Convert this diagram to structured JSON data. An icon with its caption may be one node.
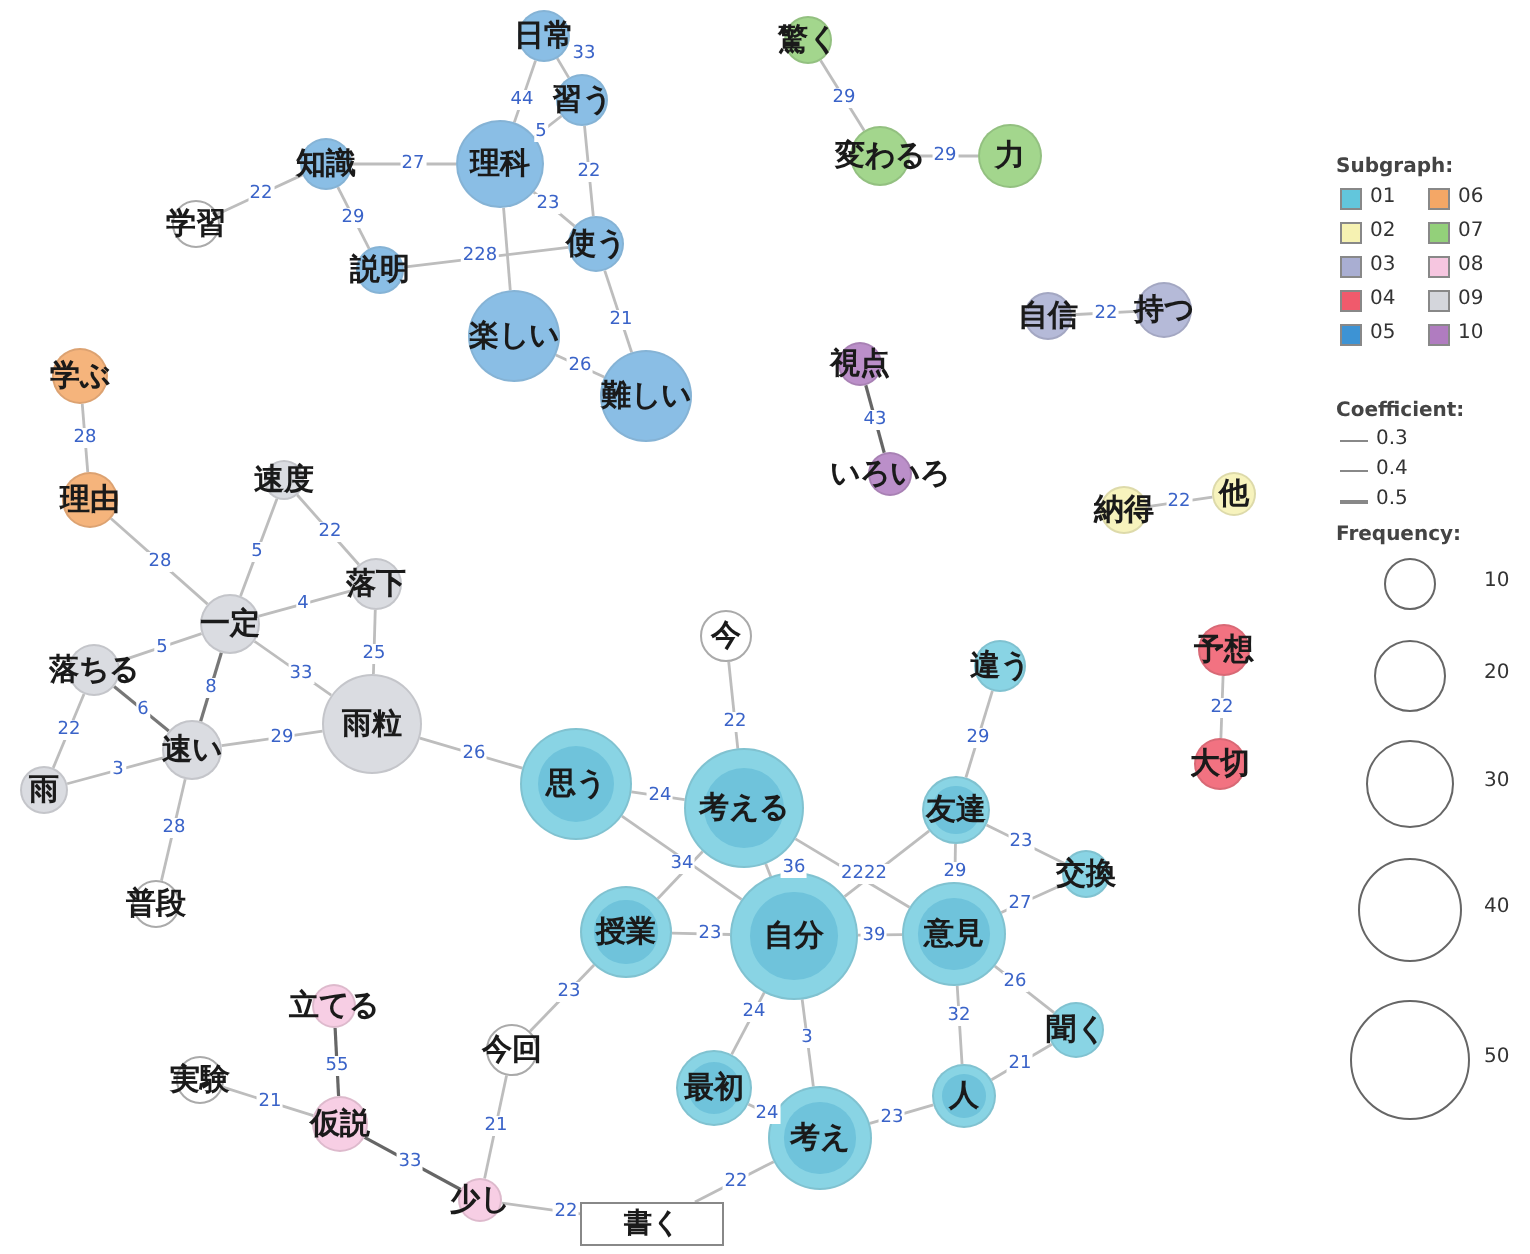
{
  "diagram": {
    "nodes": [
      {
        "text": [
          "日常"
        ]
      },
      {
        "text": [
          "習う"
        ]
      },
      {
        "text": [
          "知識"
        ]
      },
      {
        "text": [
          "理科"
        ]
      },
      {
        "text": [
          "学習"
        ]
      },
      {
        "text": [
          "説明"
        ]
      },
      {
        "text": [
          "使う"
        ]
      },
      {
        "text": [
          "楽しい"
        ]
      },
      {
        "text": [
          "難しい"
        ]
      },
      {
        "text": [
          "学ぶ"
        ]
      },
      {
        "text": [
          "理由"
        ]
      },
      {
        "text": [
          "速度"
        ]
      },
      {
        "text": [
          "落下"
        ]
      },
      {
        "text": [
          "一定"
        ]
      },
      {
        "text": [
          "落ちる"
        ]
      },
      {
        "text": [
          "雨粒"
        ]
      },
      {
        "text": [
          "速い"
        ]
      },
      {
        "text": [
          "雨"
        ]
      },
      {
        "text": [
          "今"
        ]
      },
      {
        "text": [
          "思う"
        ]
      },
      {
        "text": [
          "考える"
        ]
      },
      {
        "text": [
          "違う"
        ]
      },
      {
        "text": [
          "友達"
        ]
      },
      {
        "text": [
          "交換"
        ]
      },
      {
        "text": [
          "授業"
        ]
      },
      {
        "text": [
          "自分"
        ]
      },
      {
        "text": [
          "意見"
        ]
      },
      {
        "text": [
          "普段"
        ]
      },
      {
        "text": [
          "立てる"
        ]
      },
      {
        "text": [
          "実験"
        ]
      },
      {
        "text": [
          "今回"
        ]
      },
      {
        "text": [
          "仮説"
        ]
      },
      {
        "text": [
          "最初"
        ]
      },
      {
        "text": [
          "聞く"
        ]
      },
      {
        "text": [
          "人"
        ]
      },
      {
        "text": [
          "考え"
        ]
      },
      {
        "text": [
          "少し"
        ]
      },
      {
        "text": [
          "書く"
        ]
      },
      {
        "text": [
          "驚く"
        ]
      },
      {
        "text": [
          "変わる"
        ]
      },
      {
        "text": [
          "力"
        ]
      },
      {
        "text": [
          "自信"
        ]
      },
      {
        "text": [
          "持つ"
        ]
      },
      {
        "text": [
          "視点"
        ]
      },
      {
        "text": [
          "いろいろ"
        ]
      },
      {
        "text": [
          "納得"
        ]
      },
      {
        "text": [
          "他"
        ]
      },
      {
        "text": [
          "予想"
        ]
      },
      {
        "text": [
          "大切"
        ]
      }
    ],
    "edges": [
      {
        "from": 0,
        "to": 3,
        "arrow": "none",
        "label": "44"
      },
      {
        "from": 0,
        "to": 1,
        "arrow": "none",
        "label": "33"
      },
      {
        "from": 3,
        "to": 1,
        "arrow": "none",
        "label": "5"
      },
      {
        "from": 2,
        "to": 3,
        "arrow": "none",
        "label": "27"
      },
      {
        "from": 4,
        "to": 2,
        "arrow": "none",
        "label": "22"
      },
      {
        "from": 2,
        "to": 5,
        "arrow": "none",
        "label": "29"
      },
      {
        "from": 3,
        "to": 6,
        "arrow": "none",
        "label": "23"
      },
      {
        "from": 1,
        "to": 6,
        "arrow": "none",
        "label": "22"
      },
      {
        "from": 5,
        "to": 6,
        "arrow": "none",
        "label": "228"
      },
      {
        "from": 3,
        "to": 7,
        "arrow": "none"
      },
      {
        "from": 6,
        "to": 8,
        "arrow": "none",
        "label": "21"
      },
      {
        "from": 7,
        "to": 8,
        "arrow": "none",
        "label": "26"
      },
      {
        "from": 9,
        "to": 10,
        "arrow": "none",
        "label": "28"
      },
      {
        "from": 10,
        "to": 13,
        "arrow": "none",
        "label": "28"
      },
      {
        "from": 11,
        "to": 13,
        "arrow": "none",
        "label": "5"
      },
      {
        "from": 11,
        "to": 12,
        "arrow": "none",
        "label": "22"
      },
      {
        "from": 13,
        "to": 12,
        "arrow": "none",
        "label": "4"
      },
      {
        "from": 13,
        "to": 14,
        "arrow": "none",
        "label": "5"
      },
      {
        "from": 13,
        "to": 16,
        "arrow": "none",
        "label": "8",
        "color": "#777777"
      },
      {
        "from": 13,
        "to": 15,
        "arrow": "none",
        "label": "33"
      },
      {
        "from": 14,
        "to": 16,
        "arrow": "none",
        "label": "6",
        "color": "#777777"
      },
      {
        "from": 14,
        "to": 17,
        "arrow": "none",
        "label": "22"
      },
      {
        "from": 17,
        "to": 16,
        "arrow": "none",
        "label": "3"
      },
      {
        "from": 16,
        "to": 15,
        "arrow": "none",
        "label": "29"
      },
      {
        "from": 12,
        "to": 15,
        "arrow": "none",
        "label": "25"
      },
      {
        "from": 15,
        "to": 19,
        "arrow": "none",
        "label": "26"
      },
      {
        "from": 16,
        "to": 27,
        "arrow": "none",
        "label": "28"
      },
      {
        "from": 18,
        "to": 20,
        "arrow": "none",
        "label": "22"
      },
      {
        "from": 19,
        "to": 20,
        "arrow": "none",
        "label": "24"
      },
      {
        "from": 19,
        "to": 25,
        "arrow": "none",
        "label": "34"
      },
      {
        "from": 20,
        "to": 25,
        "arrow": "none",
        "label": "36"
      },
      {
        "from": 24,
        "to": 20,
        "arrow": "none"
      },
      {
        "from": 24,
        "to": 25,
        "arrow": "none",
        "label": "23"
      },
      {
        "from": 20,
        "to": 26,
        "arrow": "none",
        "label": "2222"
      },
      {
        "from": 25,
        "to": 22,
        "arrow": "none"
      },
      {
        "from": 22,
        "to": 21,
        "arrow": "none",
        "label": "29"
      },
      {
        "from": 22,
        "to": 26,
        "arrow": "none",
        "label": "29"
      },
      {
        "from": 22,
        "to": 23,
        "arrow": "none",
        "label": "23"
      },
      {
        "from": 26,
        "to": 23,
        "arrow": "none",
        "label": "27"
      },
      {
        "from": 25,
        "to": 26,
        "arrow": "none",
        "label": "39"
      },
      {
        "from": 26,
        "to": 33,
        "arrow": "none",
        "label": "26"
      },
      {
        "from": 26,
        "to": 34,
        "arrow": "none",
        "label": "32"
      },
      {
        "from": 34,
        "to": 33,
        "arrow": "none",
        "label": "21"
      },
      {
        "from": 35,
        "to": 34,
        "arrow": "none",
        "label": "23"
      },
      {
        "from": 25,
        "to": 32,
        "arrow": "none",
        "label": "24"
      },
      {
        "from": 25,
        "to": 35,
        "arrow": "none",
        "label": "3"
      },
      {
        "from": 32,
        "to": 35,
        "arrow": "none",
        "label": "24"
      },
      {
        "from": 24,
        "to": 30,
        "arrow": "none",
        "label": "23"
      },
      {
        "from": 30,
        "to": 36,
        "arrow": "none",
        "label": "21"
      },
      {
        "from": 35,
        "to": 37,
        "arrow": "none",
        "label": "22"
      },
      {
        "from": 36,
        "to": 37,
        "arrow": "none",
        "label": "22"
      },
      {
        "from": 28,
        "to": 31,
        "arrow": "none",
        "label": "55",
        "color": "#666666"
      },
      {
        "from": 29,
        "to": 31,
        "arrow": "none",
        "label": "21"
      },
      {
        "from": 31,
        "to": 36,
        "arrow": "none",
        "label": "33",
        "color": "#666666"
      },
      {
        "from": 38,
        "to": 39,
        "arrow": "none",
        "label": "29"
      },
      {
        "from": 39,
        "to": 40,
        "arrow": "none",
        "label": "29"
      },
      {
        "from": 41,
        "to": 42,
        "arrow": "none",
        "label": "22"
      },
      {
        "from": 43,
        "to": 44,
        "arrow": "none",
        "label": "43",
        "color": "#666666"
      },
      {
        "from": 45,
        "to": 46,
        "arrow": "none",
        "label": "22"
      },
      {
        "from": 47,
        "to": 48,
        "arrow": "none",
        "label": "22"
      }
    ],
    "labels": [
      "Subgraph:",
      "Coefficient:",
      "Frequency:"
    ],
    "legend": [
      {
        "text": "01",
        "color": "#62c6dc"
      },
      {
        "text": "06",
        "color": "#f4a766"
      },
      {
        "text": "02",
        "color": "#f6f2b2"
      },
      {
        "text": "07",
        "color": "#93d07a"
      },
      {
        "text": "03",
        "color": "#a9aed2"
      },
      {
        "text": "08",
        "color": "#f6c6e0"
      },
      {
        "text": "04",
        "color": "#f05a6c"
      },
      {
        "text": "09",
        "color": "#d4d6dc"
      },
      {
        "text": "05",
        "color": "#3d93d4"
      },
      {
        "text": "10",
        "color": "#b07cc0"
      },
      {
        "text": "0.3"
      },
      {
        "text": "0.4"
      },
      {
        "text": "0.5"
      },
      {
        "text": "10"
      },
      {
        "text": "20"
      },
      {
        "text": "30"
      },
      {
        "text": "40"
      },
      {
        "text": "50"
      }
    ]
  }
}
